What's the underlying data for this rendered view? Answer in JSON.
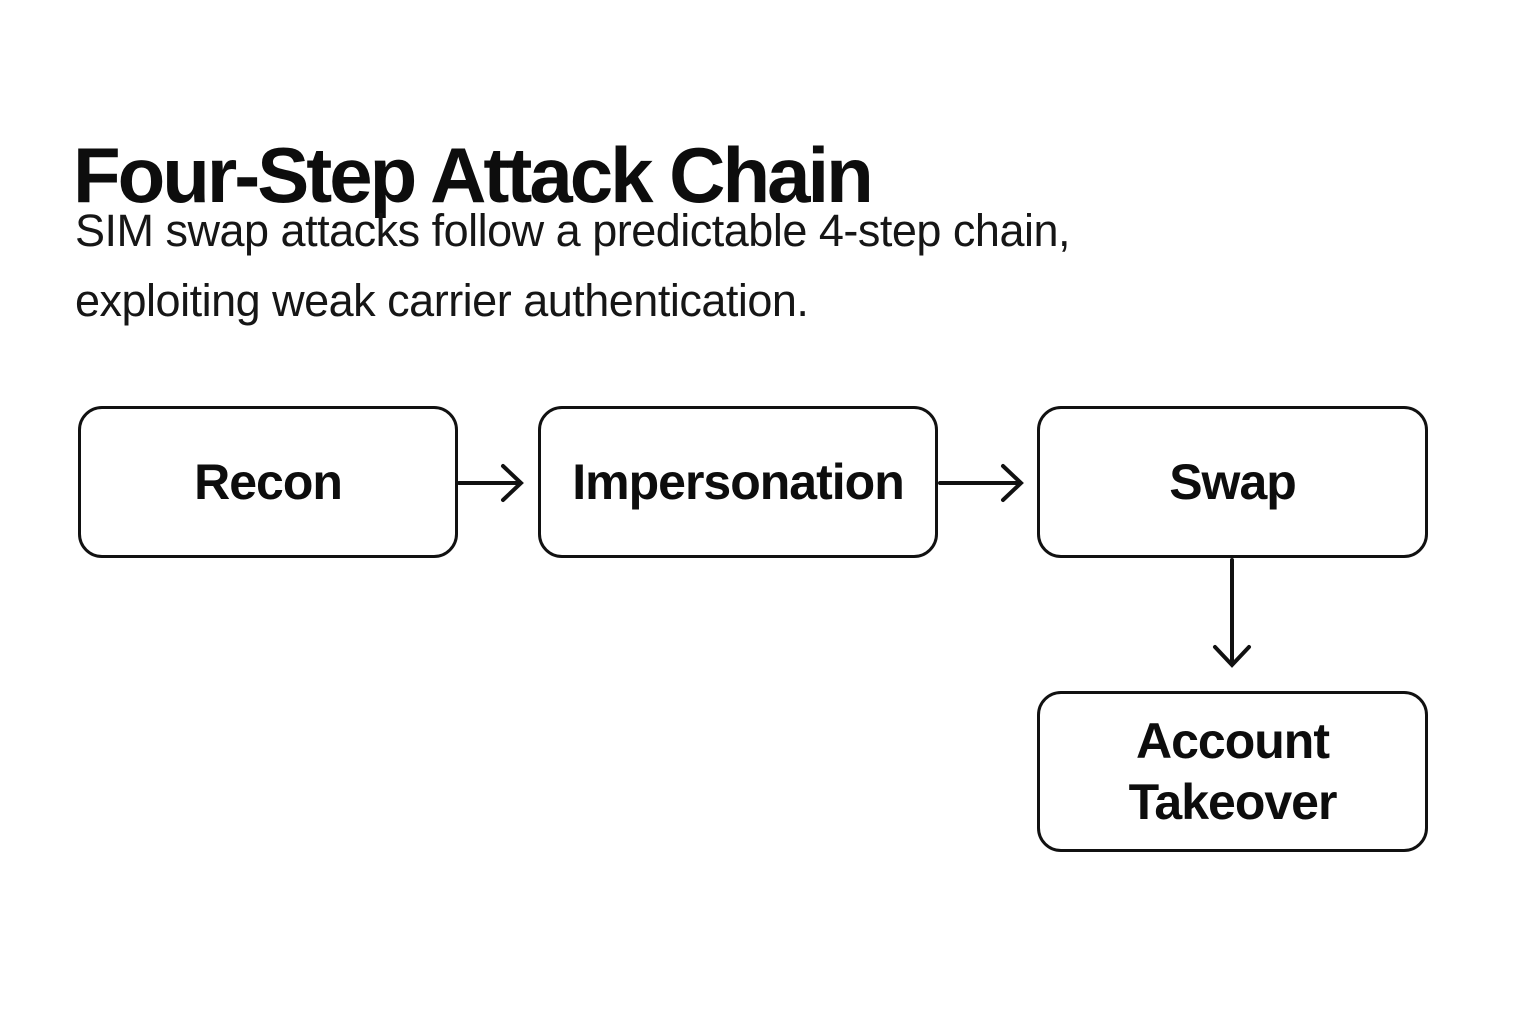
{
  "page": {
    "background_color": "#ffffff",
    "stroke_color": "#111111",
    "text_color": "#0d0d0d"
  },
  "header": {
    "title": "Four-Step Attack Chain",
    "subtitle_line1": "SIM swap attacks follow a predictable 4-step chain,",
    "subtitle_line2": "exploiting weak carrier authentication."
  },
  "diagram": {
    "type": "flowchart",
    "nodes": [
      {
        "id": "recon",
        "label": "Recon"
      },
      {
        "id": "impersonation",
        "label": "Impersonation"
      },
      {
        "id": "swap",
        "label": "Swap"
      },
      {
        "id": "account-takeover",
        "label": "Account Takeover"
      }
    ],
    "edges": [
      {
        "from": "recon",
        "to": "impersonation",
        "direction": "right"
      },
      {
        "from": "impersonation",
        "to": "swap",
        "direction": "right"
      },
      {
        "from": "swap",
        "to": "account-takeover",
        "direction": "down"
      }
    ],
    "node_fill": "#ffffff",
    "node_border_color": "#111111"
  }
}
